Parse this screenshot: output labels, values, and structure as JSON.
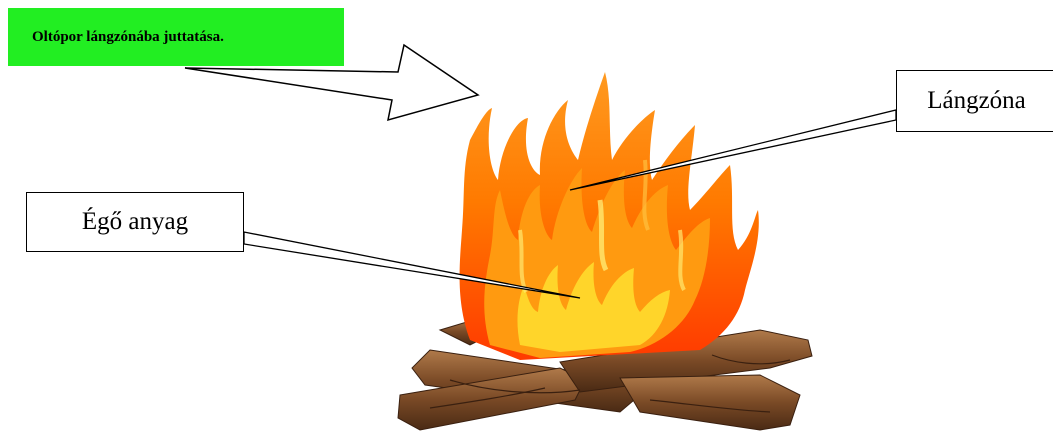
{
  "instruction_text": "Oltópor lángzónába juttatása.",
  "labels": {
    "flame_zone": "Lángzóna",
    "burning_material": "Égő anyag"
  },
  "colors": {
    "instruction_bg": "#22ee22",
    "flame_outer": "#ff5a00",
    "flame_mid": "#ff9a10",
    "flame_inner": "#ffe040",
    "log": "#8a5a32"
  }
}
